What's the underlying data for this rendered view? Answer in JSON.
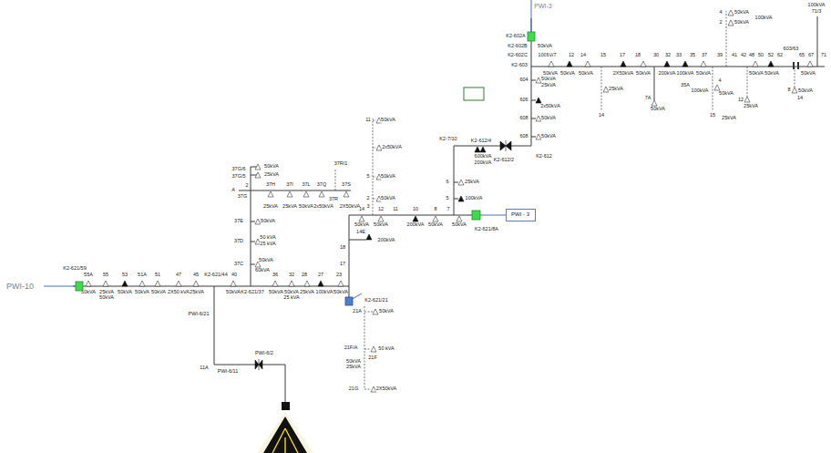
{
  "diagram": {
    "nodes": [
      {
        "text": [
          "PWI - 3"
        ]
      }
    ],
    "labels": [
      "PWI-10",
      "K2-621/59",
      "55A",
      "55",
      "53",
      "51A",
      "51",
      "47",
      "45",
      "K2-621/44",
      "40",
      "50kVA",
      "25kVA",
      "50kVA",
      "50kVA",
      "50kVA",
      "50kVA",
      "2X50 kVA",
      "25kVA",
      "50kVA",
      "36",
      "32",
      "28",
      "27",
      "23",
      "K2-621/37",
      "50kVA",
      "50kVA",
      "25 kVA",
      "25kVA",
      "100kVA",
      "50kVA",
      "PWI-6/21",
      "PWI-6/2",
      "11A",
      "PWI-6/11",
      "K2-621/21",
      "21A",
      "50kVA",
      "21F/A",
      "21F",
      "50 kVA",
      "50kVA",
      "25kVA",
      "21G",
      "2X50kVA",
      "37C",
      "60kVA",
      "50kVA",
      "37D",
      "50 kVA",
      "25 kVA",
      "37E",
      "50kVA",
      "37G/6",
      "37G/5",
      "2",
      "A",
      "37G",
      "50kVA",
      "25kVA",
      "37H",
      "37I",
      "37L",
      "37Q",
      "37S",
      "37R",
      "25kVA",
      "25kVA",
      "50kVA",
      "2x50kVA",
      "2X50kVA",
      "37R/1",
      "18",
      "17",
      "14E",
      "200kVA",
      "14",
      "12",
      "11",
      "10",
      "8",
      "7",
      "50kVA",
      "50kVA",
      "200kVA",
      "50kVA",
      "50kVA",
      "K2-621/8A",
      "11",
      "50kVA",
      "2x50kVA",
      "5",
      "50kVA",
      "2",
      "50kVA",
      "3",
      "6",
      "25kVA",
      "5",
      "100kVA",
      "K2-7/10",
      "K2-612/4",
      "600kVA",
      "200kVA",
      "K2-612/2",
      "K2-612",
      "PWI-3",
      "K2-602A",
      "K2-602B",
      "50kVA",
      "K2-602C",
      "100kVA",
      "K2-603",
      "604",
      "50kVA",
      "25kVA",
      "606",
      "2x50kVA",
      "608",
      "50kVA",
      "608",
      "50kVA",
      "6",
      "7",
      "12",
      "14",
      "15",
      "17",
      "18",
      "30",
      "32",
      "33",
      "35",
      "37",
      "39",
      "41",
      "42",
      "48",
      "50",
      "52",
      "62",
      "65",
      "67",
      "71",
      "603/63",
      "50kVA",
      "50kVA",
      "50kVA",
      "2X50kVA",
      "50kVA",
      "200kVA",
      "100kVA",
      "50kVA",
      "50kVA",
      "50kVA",
      "50kVA",
      "14",
      "25kVA",
      "7A",
      "50kVA",
      "35A",
      "100kVA",
      "4",
      "50kVA",
      "15",
      "25kVA",
      "12",
      "25kVA",
      "8",
      "50kVA",
      "14",
      "4",
      "50kVA",
      "2",
      "50kVA",
      "100kVA",
      "100kVA",
      "71/3"
    ]
  }
}
